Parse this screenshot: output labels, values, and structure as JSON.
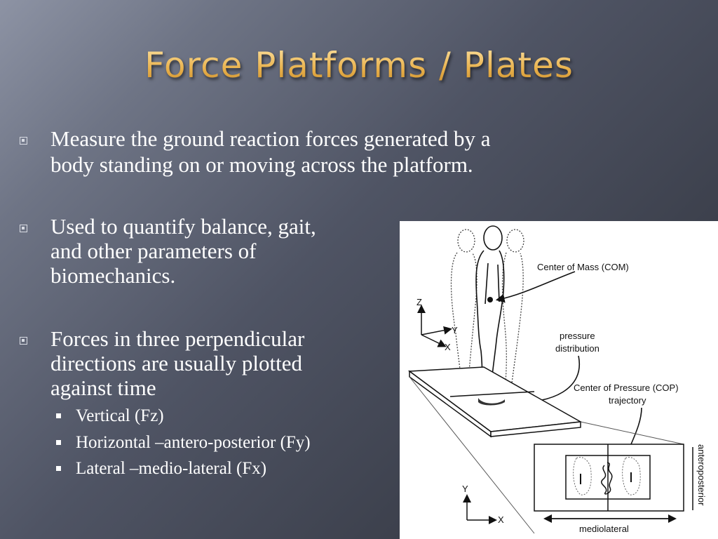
{
  "slide": {
    "title": "Force Platforms / Plates",
    "bullets": [
      {
        "lines": [
          "Measure the ground reaction forces generated by a",
          "body standing on or moving across the platform."
        ]
      },
      {
        "lines": [
          "Used to quantify balance, gait,",
          "and other parameters of",
          "biomechanics."
        ]
      },
      {
        "lines": [
          "Forces in three perpendicular",
          "directions are usually plotted",
          "against time"
        ],
        "subitems": [
          "Vertical (Fz)",
          "Horizontal –antero-posterior (Fy)",
          "Lateral –medio-lateral (Fx)"
        ]
      }
    ]
  },
  "figure": {
    "labels": {
      "com": "Center of Mass (COM)",
      "pressure_1": "pressure",
      "pressure_2": "distribution",
      "cop_1": "Center of Pressure (COP)",
      "cop_2": "trajectory",
      "anteroposterior": "anteroposterior",
      "mediolateral": "mediolateral",
      "axis_z": "Z",
      "axis_y": "Y",
      "axis_x": "X",
      "axis_y2": "Y",
      "axis_x2": "X"
    }
  },
  "colors": {
    "title": "#f2c46a",
    "text": "#ffffff",
    "background_dark": "#33363f",
    "background_light": "#8d93a4"
  }
}
